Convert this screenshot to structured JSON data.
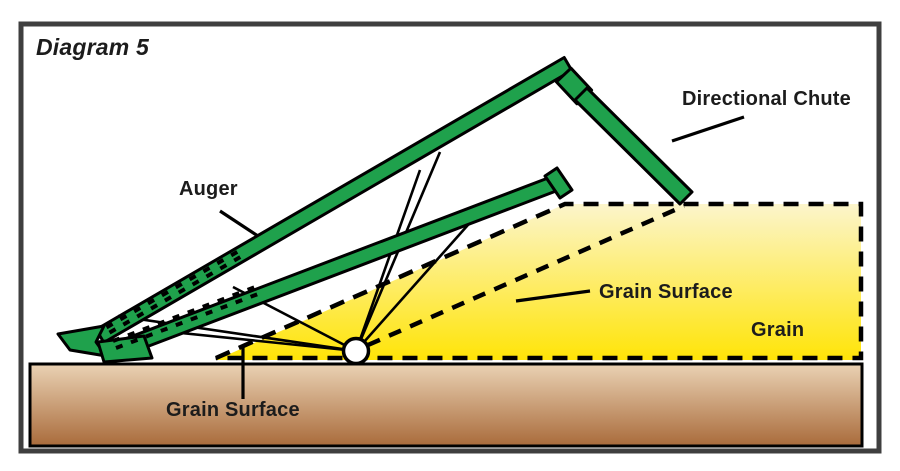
{
  "title": "Diagram 5",
  "labels": {
    "auger": "Auger",
    "directional_chute": "Directional Chute",
    "grain_surface_upper": "Grain Surface",
    "grain": "Grain",
    "grain_surface_lower": "Grain Surface"
  },
  "colors": {
    "auger_green": "#1FA14C",
    "grain_yellow_top": "#FCF5CC",
    "grain_yellow_bottom": "#FFE406",
    "ground_top": "#EAD2B4",
    "ground_bottom": "#A96B3B",
    "outline": "#000000",
    "frame": "#3F3F3F",
    "text": "#1C1C1C"
  }
}
